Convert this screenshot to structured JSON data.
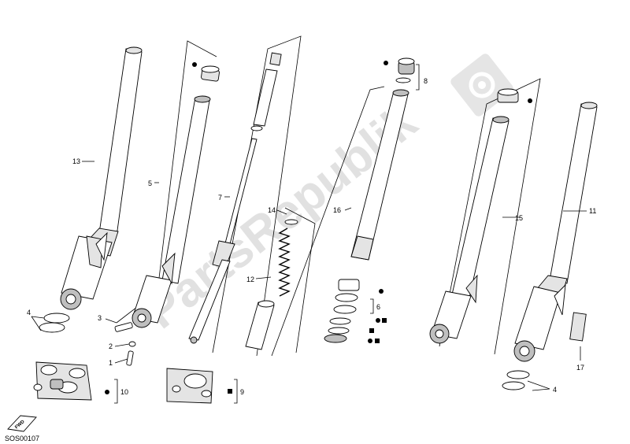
{
  "watermark": {
    "text": "PartsRepublik"
  },
  "diagram_code": "SOS00107",
  "fwd_label": "FWD",
  "callouts": [
    {
      "id": "c13",
      "text": "13"
    },
    {
      "id": "c5",
      "text": "5"
    },
    {
      "id": "c7",
      "text": "7"
    },
    {
      "id": "c8",
      "text": "8"
    },
    {
      "id": "c14",
      "text": "14"
    },
    {
      "id": "c12",
      "text": "12"
    },
    {
      "id": "c16",
      "text": "16"
    },
    {
      "id": "c15",
      "text": "15"
    },
    {
      "id": "c11",
      "text": "11"
    },
    {
      "id": "c4a",
      "text": "4"
    },
    {
      "id": "c3",
      "text": "3"
    },
    {
      "id": "c2",
      "text": "2"
    },
    {
      "id": "c1",
      "text": "1"
    },
    {
      "id": "c10",
      "text": "10"
    },
    {
      "id": "c9",
      "text": "9"
    },
    {
      "id": "c6",
      "text": "6"
    },
    {
      "id": "c17",
      "text": "17"
    },
    {
      "id": "c4b",
      "text": "4"
    }
  ]
}
